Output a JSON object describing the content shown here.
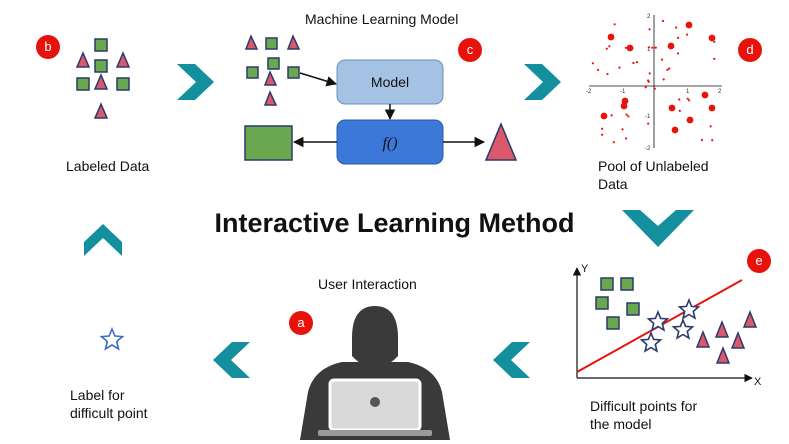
{
  "title": "Interactive Learning Method",
  "labels": {
    "machine_learning_model": "Machine Learning Model",
    "labeled_data": "Labeled Data",
    "pool_unlabeled": "Pool of Unlabeled\nData",
    "user_interaction": "User Interaction",
    "label_difficult": "Label for\ndifficult point",
    "difficult_points": "Difficult points for\nthe model",
    "model_box": "Model",
    "function_box": "f()",
    "axis_y": "Y",
    "axis_x": "X"
  },
  "badges": {
    "a": "a",
    "b": "b",
    "c": "c",
    "d": "d",
    "e": "e"
  },
  "scatter_ticks": {
    "x": [
      "-2",
      "-1",
      "1",
      "2"
    ],
    "y": [
      "2",
      "1",
      "-1",
      "-2"
    ]
  },
  "colors": {
    "accent_red": "#e8120c",
    "arrow_teal": "#138f9e",
    "square_green": "#6aa84f",
    "triangle_red": "#d9586b",
    "outline_navy": "#2b3a6b",
    "model_box_fill": "#a4c2e4",
    "function_box_fill": "#3c78d8",
    "star_blue": "#3d6cc1",
    "person_dark": "#3a3a3a"
  },
  "icons": [
    "chevron-right-icon",
    "chevron-down-icon",
    "chevron-left-icon",
    "chevron-up-icon",
    "star-icon",
    "person-laptop-icon",
    "square-icon",
    "triangle-icon"
  ]
}
